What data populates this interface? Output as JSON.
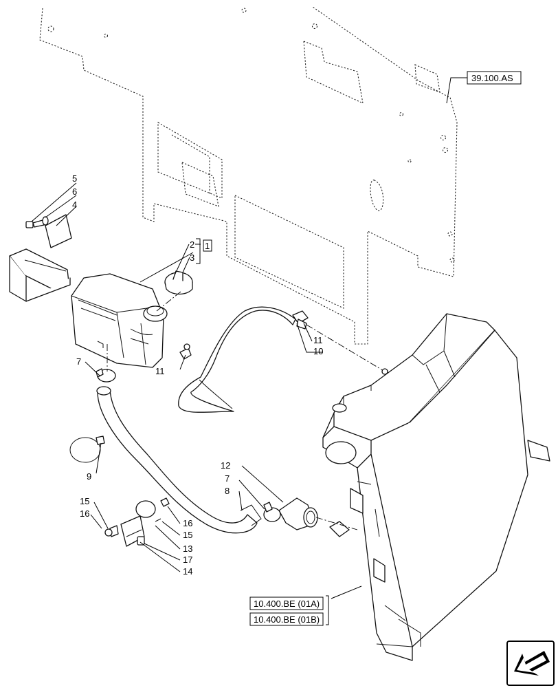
{
  "diagram": {
    "callouts": {
      "c1": "1",
      "c2": "2",
      "c3": "3",
      "c4": "4",
      "c5": "5",
      "c6": "6",
      "c7a": "7",
      "c7b": "7",
      "c8": "8",
      "c9": "9",
      "c10": "10",
      "c11a": "11",
      "c11b": "11",
      "c12": "12",
      "c13": "13",
      "c14": "14",
      "c15a": "15",
      "c15b": "15",
      "c16a": "16",
      "c16b": "16",
      "c17": "17"
    },
    "references": {
      "frame_ref": "39.100.AS",
      "radiator_ref_a": "10.400.BE (01A)",
      "radiator_ref_b": "10.400.BE (01B)"
    },
    "nav_icon": "arrow-down-left-icon"
  }
}
